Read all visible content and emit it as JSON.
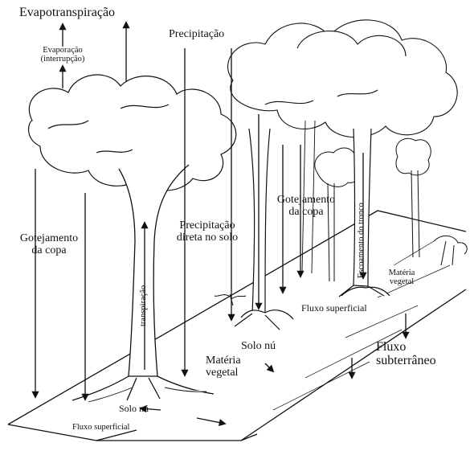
{
  "labels": {
    "evapotranspiracao": "Evapotranspiração",
    "evaporacao": "Evaporação",
    "interrupcao": "(interrupção)",
    "precipitacao": "Precipitação",
    "gotejamento_esq_1": "Gotejamento",
    "gotejamento_esq_2": "da copa",
    "precip_direta_1": "Precipitação",
    "precip_direta_2": "direta no solo",
    "transpiracao": "transpiração",
    "gotejamento_dir_1": "Gotejamento",
    "gotejamento_dir_2": "da copa",
    "escoamento_tronco": "Escoamento do tronco",
    "materia_dir_1": "Matéria",
    "materia_dir_2": "vegetal",
    "fluxo_superficial_dir": "Fluxo superficial",
    "solo_nu_meio": "Solo nú",
    "materia_meio_1": "Matéria",
    "materia_meio_2": "vegetal",
    "fluxo_subterraneo_1": "Fluxo",
    "fluxo_subterraneo_2": "subterrâneo",
    "solo_nu_baixo": "Solo nú",
    "fluxo_superficial_baixo": "Fluxo superficial"
  },
  "colors": {
    "ink": "#111111",
    "paper": "#ffffff"
  }
}
